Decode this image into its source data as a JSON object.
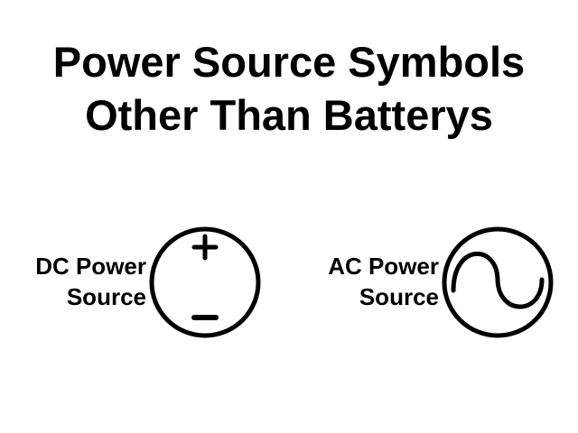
{
  "title": {
    "line1": "Power Source Symbols",
    "line2": "Other Than Batterys"
  },
  "symbols": [
    {
      "id": "dc",
      "label_line1": "DC Power",
      "label_line2": "Source",
      "positive_sign": "+",
      "negative_sign": "−"
    },
    {
      "id": "ac",
      "label_line1": "AC Power",
      "label_line2": "Source",
      "waveform": "sine"
    }
  ],
  "colors": {
    "stroke": "#000000",
    "background": "#ffffff"
  }
}
